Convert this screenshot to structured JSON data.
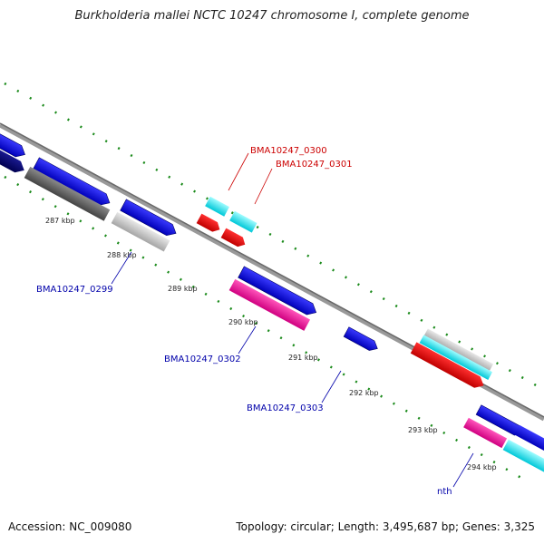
{
  "title": "Burkholderia mallei NCTC 10247 chromosome I, complete genome",
  "footer": {
    "accession": "Accession: NC_009080",
    "topology": "Topology: circular; Length: 3,495,687 bp; Genes: 3,325"
  },
  "ticks": [
    "287 kbp",
    "288 kbp",
    "289 kbp",
    "290 kbp",
    "291 kbp",
    "292 kbp",
    "293 kbp",
    "294 kbp"
  ],
  "gene_labels": [
    {
      "text": "BMA10247_0300",
      "color": "#cc0000"
    },
    {
      "text": "BMA10247_0301",
      "color": "#cc0000"
    },
    {
      "text": "BMA10247_0299",
      "color": "#0000aa"
    },
    {
      "text": "BMA10247_0302",
      "color": "#0000aa"
    },
    {
      "text": "BMA10247_0303",
      "color": "#0000aa"
    },
    {
      "text": "nth",
      "color": "#0000aa"
    }
  ],
  "colors": {
    "blue": "#0a0ae0",
    "navy": "#000070",
    "gray": "#555555",
    "lightgray": "#bdbdbd",
    "cyan": "#00e6f0",
    "red": "#ee0000",
    "magenta": "#ee1499",
    "dots": "#1a7a1a"
  }
}
